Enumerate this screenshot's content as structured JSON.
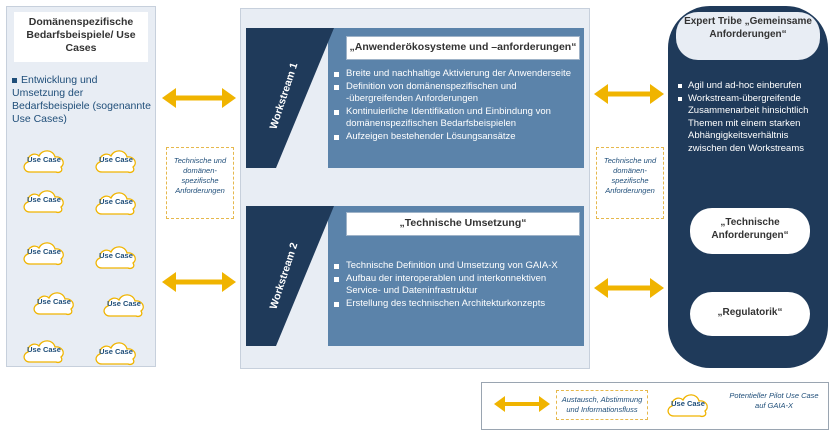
{
  "left": {
    "title": "Domänenspezifische Bedarfsbeispiele/ Use Cases",
    "bullet": "Entwicklung und Umsetzung der Bedarfsbeispiele (sogenannte Use Cases)",
    "cloud_label": "Use Case"
  },
  "connector_left": "Technische und domänen-spezifische Anforderungen",
  "connector_right": "Technische und domänen-spezifische Anforderungen",
  "workstream1": {
    "label": "Workstream 1",
    "heading": "„Anwenderökosysteme und –anforderungen“",
    "items": [
      "Breite und nachhaltige Aktivierung der Anwenderseite",
      "Definition von domänenspezifischen und -übergreifenden Anforderungen",
      "Kontinuierliche Identifikation und Einbindung von domänenspezifischen Bedarfsbeispielen",
      "Aufzeigen bestehender Lösungsansätze"
    ]
  },
  "workstream2": {
    "label": "Workstream 2",
    "heading": "„Technische Umsetzung“",
    "items": [
      "Technische Definition und Umsetzung von GAIA-X",
      "Aufbau der interoperablen und interkonnektiven Service- und Dateninfrastruktur",
      "Erstellung des technischen Architekturkonzepts"
    ]
  },
  "right": {
    "title": "Expert Tribe „Gemeinsame Anforderungen“",
    "items": [
      "Agil und ad-hoc einberufen",
      "Workstream-übergreifende Zusammenarbeit hinsichtlich Themen mit einem starken Abhängigkeitsverhältnis zwischen den Workstreams"
    ],
    "oval1": "„Technische Anforderungen“",
    "oval2": "„Regulatorik“"
  },
  "legend": {
    "arrow_text": "Austausch, Abstimmung und Informationsfluss",
    "cloud_label": "Use Case",
    "cloud_text": "Potentieller Pilot Use Case auf GAIA-X"
  },
  "colors": {
    "accent_yellow": "#f0b400",
    "workstream_blue": "#5b83aa",
    "dark_blue": "#1f3a5a",
    "panel_bg": "#e8edf4"
  }
}
